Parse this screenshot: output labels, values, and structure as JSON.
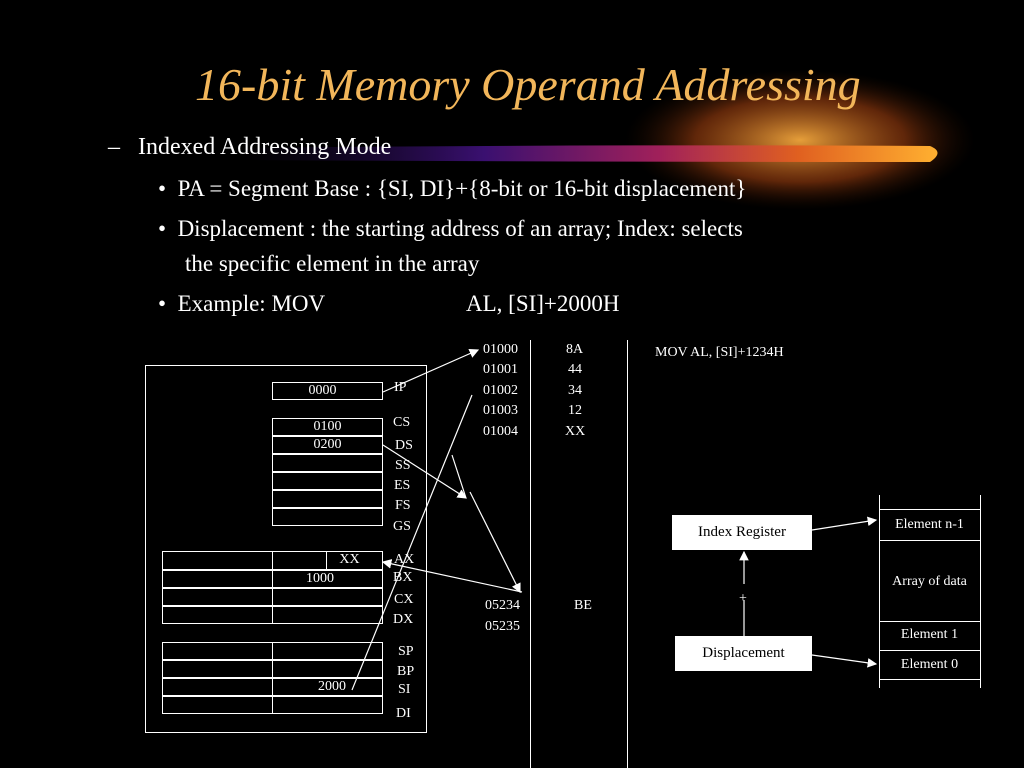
{
  "title": "16-bit Memory Operand Addressing",
  "bullets": {
    "level1_marker": "–",
    "level1": "Indexed Addressing Mode",
    "level2_marker": "•",
    "items": [
      "PA = Segment Base : {SI, DI}+{8-bit or 16-bit displacement}",
      "Displacement : the starting address of an array; Index: selects",
      "the specific element in the array",
      "Example: MOV",
      "AL, [SI]+2000H"
    ]
  },
  "registers": {
    "ip_value": "0000",
    "ip": "IP",
    "cs_value": "0100",
    "cs": "CS",
    "ds_value": "0200",
    "ds": "DS",
    "ss": "SS",
    "es": "ES",
    "fs": "FS",
    "gs": "GS",
    "ax_value": "XX",
    "ax": "AX",
    "bx_value": "1000",
    "bx": "BX",
    "cx": "CX",
    "dx": "DX",
    "sp": "SP",
    "bp": "BP",
    "si_value": "2000",
    "si": "SI",
    "di": "DI"
  },
  "memory": {
    "rows": [
      {
        "addr": "01000",
        "val": "8A"
      },
      {
        "addr": "01001",
        "val": "44"
      },
      {
        "addr": "01002",
        "val": "34"
      },
      {
        "addr": "01003",
        "val": "12"
      },
      {
        "addr": "01004",
        "val": "XX"
      }
    ],
    "rows2": [
      {
        "addr": "05234",
        "val": "BE"
      },
      {
        "addr": "05235",
        "val": ""
      }
    ]
  },
  "instruction": "MOV AL, [SI]+1234H",
  "array_diagram": {
    "index_register": "Index Register",
    "displacement": "Displacement",
    "plus": "+",
    "cells": [
      "Element n-1",
      "Array of data",
      "Element 1",
      "Element 0"
    ]
  },
  "colors": {
    "title": "#f2b65a",
    "background": "#000000"
  }
}
